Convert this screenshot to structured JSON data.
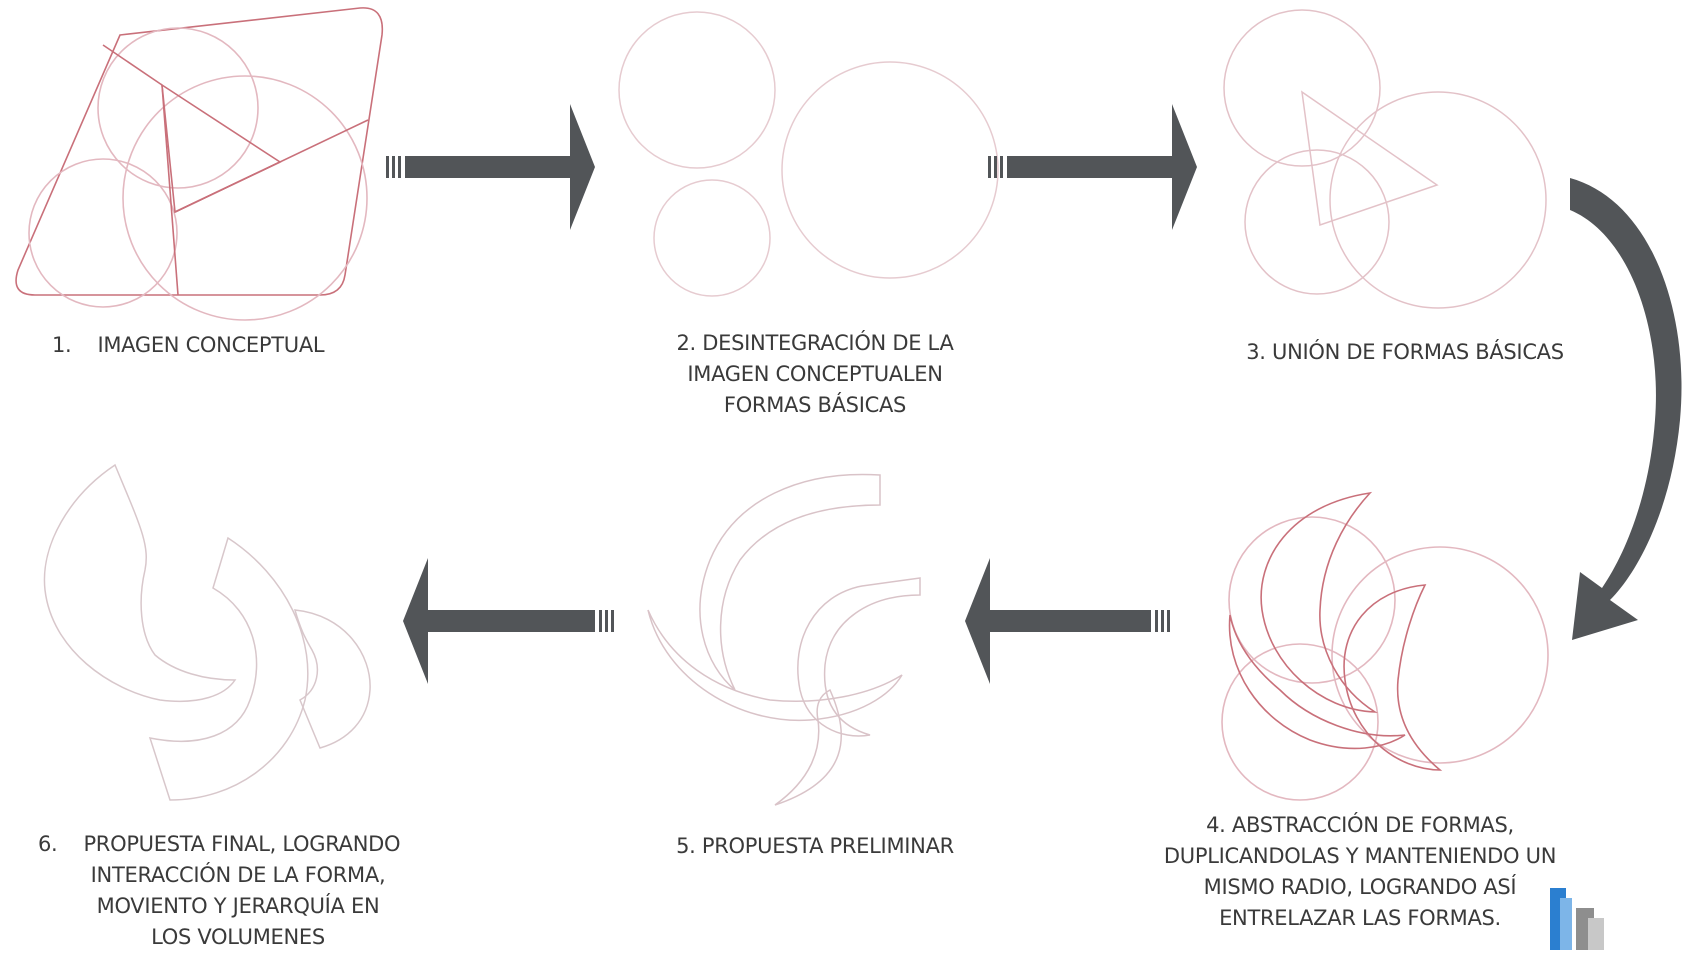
{
  "steps": [
    {
      "number": "1.",
      "title": "IMAGEN CONCEPTUAL"
    },
    {
      "lines": [
        "2. DESINTEGRACIÓN DE LA",
        "IMAGEN CONCEPTUALEN",
        "FORMAS BÁSICAS"
      ]
    },
    {
      "lines": [
        "3. UNIÓN DE FORMAS BÁSICAS"
      ]
    },
    {
      "lines": [
        "4. ABSTRACCIÓN DE FORMAS,",
        "DUPLICANDOLAS Y MANTENIENDO UN",
        "MISMO RADIO, LOGRANDO ASÍ",
        "ENTRELAZAR LAS FORMAS."
      ]
    },
    {
      "lines": [
        "5. PROPUESTA PRELIMINAR"
      ]
    },
    {
      "number": "6.",
      "lines": [
        "PROPUESTA FINAL, LOGRANDO",
        "INTERACCIÓN DE LA FORMA,",
        "MOVIENTO Y JERARQUÍA EN",
        "LOS VOLUMENES"
      ]
    }
  ],
  "colors": {
    "stroke_red": "#c9707a",
    "stroke_pink": "#e3b8c0",
    "stroke_grey": "#d8c9cc",
    "arrow": "#525558",
    "logo_blue": "#2b7fd0",
    "logo_grey": "#9a9a9a"
  }
}
